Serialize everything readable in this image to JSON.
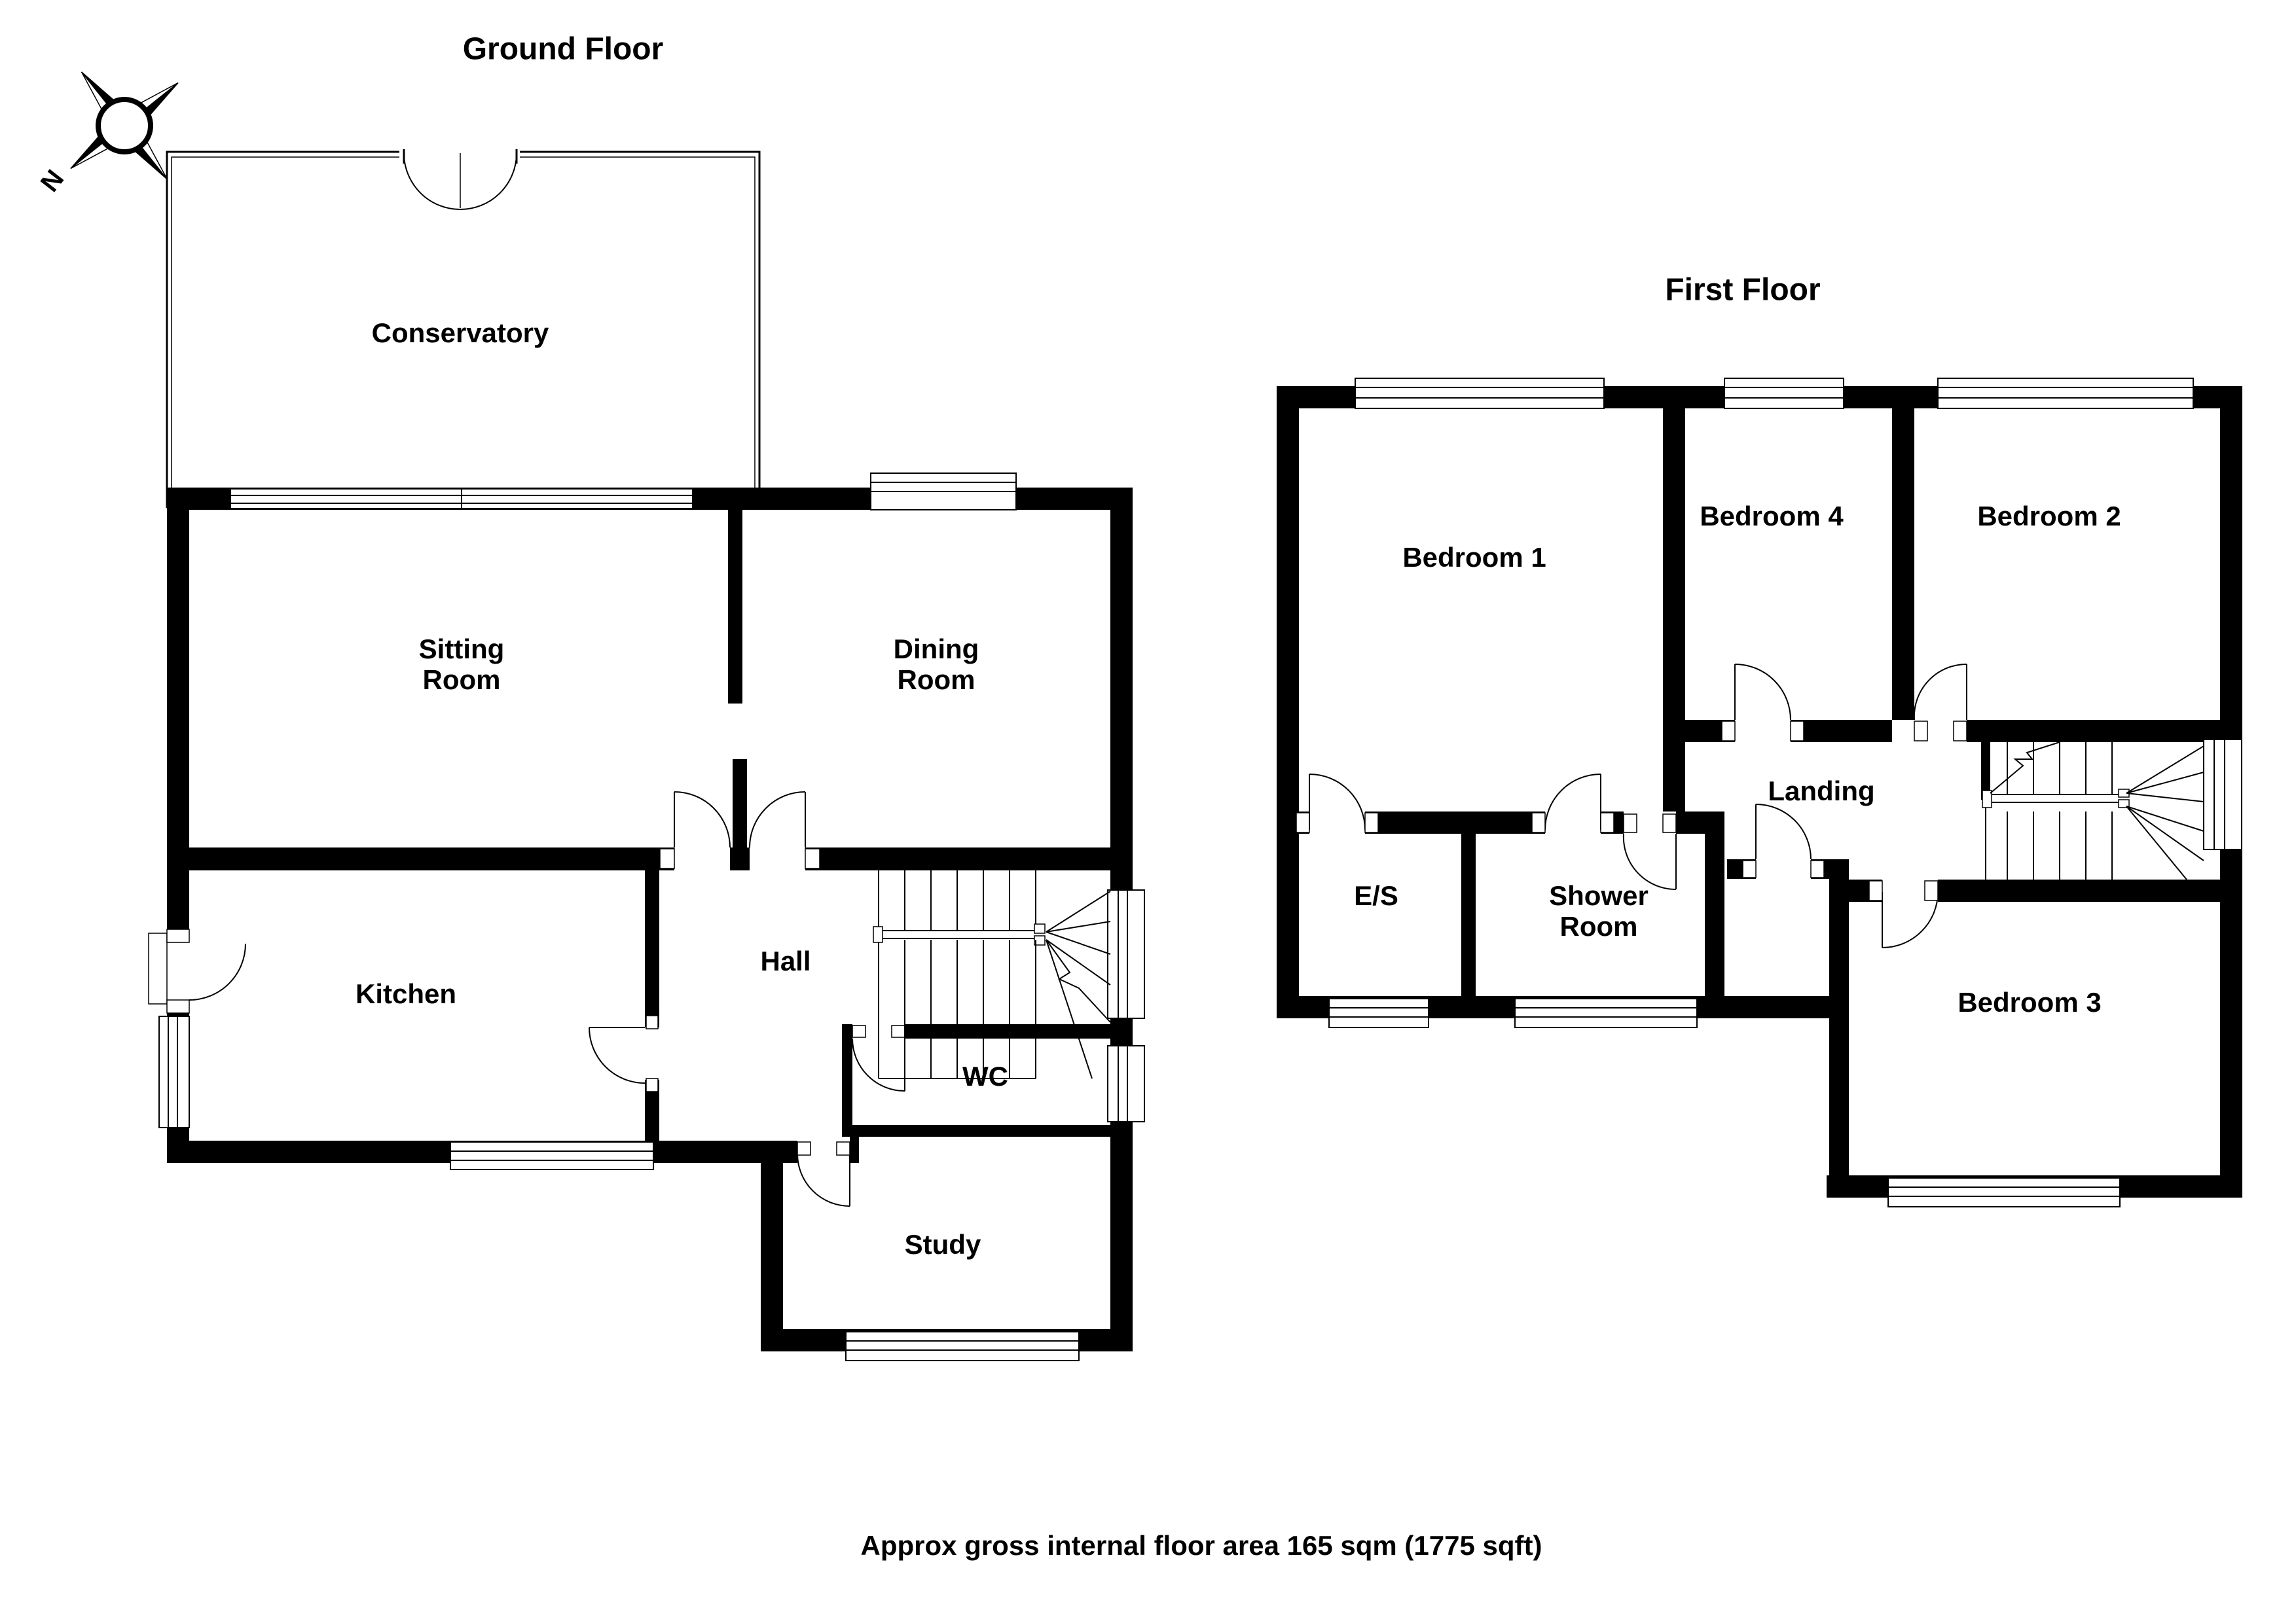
{
  "app": {
    "background": "#ffffff",
    "line_color": "#000000"
  },
  "titles": {
    "ground": "Ground Floor",
    "first": "First Floor"
  },
  "caption": "Approx gross internal floor area 165 sqm (1775 sqft)",
  "compass": {
    "north_label": "N"
  },
  "ground": {
    "labels": {
      "conservatory": [
        {
          "t": "Conservatory"
        }
      ],
      "sitting": [
        {
          "t": "Sitting"
        },
        {
          "t": "Room"
        }
      ],
      "dining": [
        {
          "t": "Dining"
        },
        {
          "t": "Room"
        }
      ],
      "kitchen": [
        {
          "t": "Kitchen"
        }
      ],
      "hall": [
        {
          "t": "Hall"
        }
      ],
      "wc": [
        {
          "t": "WC"
        }
      ],
      "study": [
        {
          "t": "Study"
        }
      ]
    }
  },
  "first": {
    "labels": {
      "bedroom1": [
        {
          "t": "Bedroom 1"
        }
      ],
      "bedroom4": [
        {
          "t": "Bedroom 4"
        }
      ],
      "bedroom2": [
        {
          "t": "Bedroom 2"
        }
      ],
      "landing": [
        {
          "t": "Landing"
        }
      ],
      "es": [
        {
          "t": "E/S"
        }
      ],
      "shower": [
        {
          "t": "Shower"
        },
        {
          "t": "Room"
        }
      ],
      "bedroom3": [
        {
          "t": "Bedroom 3"
        }
      ]
    }
  }
}
